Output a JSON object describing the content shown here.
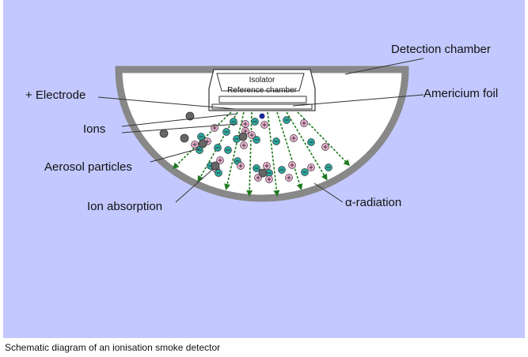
{
  "diagram": {
    "labels": {
      "detection_chamber": "Detection chamber",
      "electrode": "+ Electrode",
      "americium_foil": "Americium foil",
      "ions": "Ions",
      "aerosol_particles": "Aerosol particles",
      "ion_absorption": "Ion absorption",
      "alpha_radiation": "α-radiation",
      "isolator": "Isolator",
      "reference_chamber": "Reference chamber"
    },
    "colors": {
      "background": "#c3c9ff",
      "chamber_wall": "#888888",
      "chamber_fill": "#ffffff",
      "arrows": "#1f7a1f",
      "positive_ion": "#f3b3d6",
      "negative_ion": "#2aa8a0",
      "aerosol": "#666666"
    }
  },
  "caption": "Schematic diagram of an ionisation smoke detector"
}
